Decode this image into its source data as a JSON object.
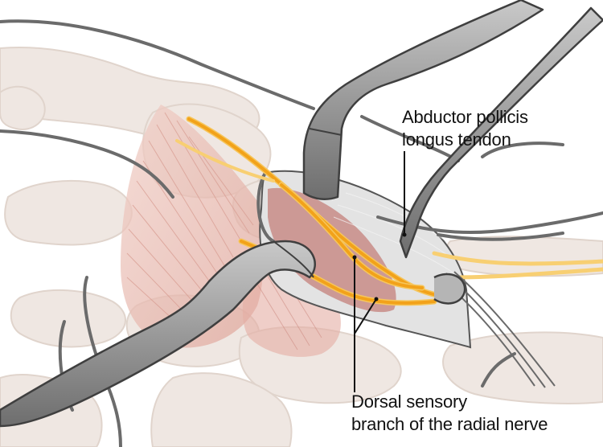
{
  "labels": {
    "abductor": {
      "line1": "Abductor pollicis",
      "line2": "longus tendon"
    },
    "nerve": {
      "line1": "Dorsal sensory",
      "line2": "branch of the radial nerve"
    }
  },
  "colors": {
    "bone_fill": "#efe7e2",
    "bone_outline": "#e2d6cf",
    "skin_outline": "#6e6e6e",
    "muscle_fill": "#e9b7ac",
    "muscle_deep": "#c58d88",
    "nerve": "#f2a21a",
    "nerve_light": "#f8cf72",
    "tendon_sheath": "#dcdcdc",
    "instrument": "#8c8c8c",
    "instrument_dark": "#3f3f3f",
    "leader": "#111111"
  }
}
